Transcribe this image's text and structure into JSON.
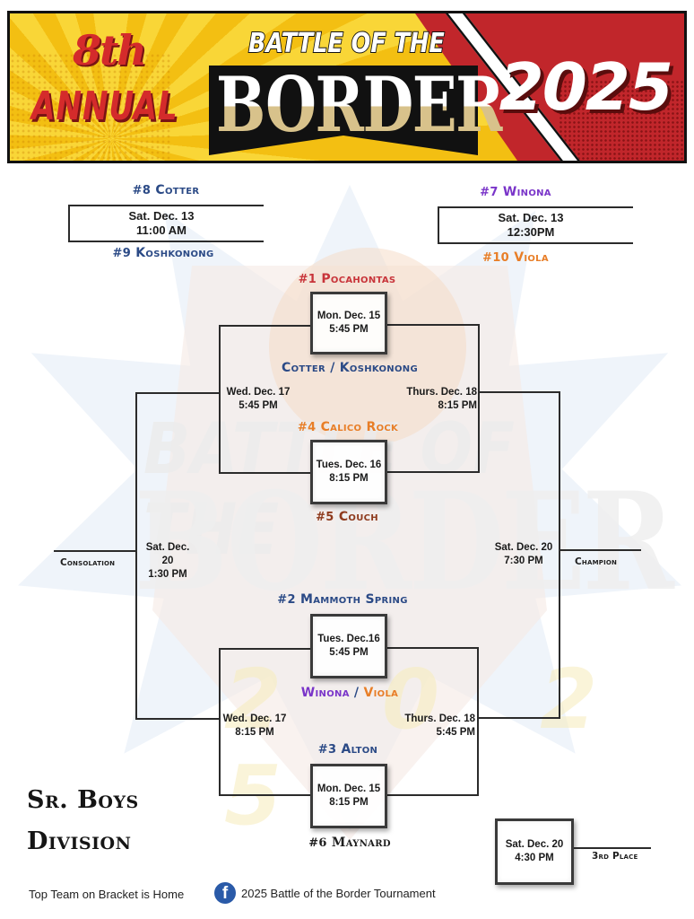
{
  "banner": {
    "edition": "8th",
    "annual": "ANNUAL",
    "title_top": "BATTLE OF THE",
    "title_main": "BORDER",
    "year": "2025",
    "colors": {
      "yellow": "#f7c91e",
      "red": "#c1262b",
      "gold": "#d8c28b"
    }
  },
  "watermark": {
    "line1": "BATTLE OF THE",
    "line2": "BORDER",
    "year": "2 0 2 5"
  },
  "first_round": {
    "left": {
      "top_team": {
        "seed": "#8",
        "name": "Cotter",
        "color": "#2b4a86"
      },
      "bottom_team": {
        "seed": "#9",
        "name": "Koshkonong",
        "color": "#2b4a86"
      },
      "date": "Sat. Dec. 13",
      "time": "11:00 AM"
    },
    "right": {
      "top_team": {
        "seed": "#7",
        "name": "Winona",
        "color": "#7a35c9"
      },
      "bottom_team": {
        "seed": "#10",
        "name": "Viola",
        "color": "#e87e27"
      },
      "date": "Sat. Dec. 13",
      "time": "12:30PM"
    }
  },
  "top_half": {
    "game1": {
      "top_team": {
        "seed": "#1",
        "name": "Pocahontas",
        "color": "#c8343a"
      },
      "date": "Mon. Dec. 15",
      "time": "5:45 PM",
      "bottom_team": {
        "a": "Cotter",
        "sep": " / ",
        "b": "Koshkonong",
        "color": "#2b4a86"
      }
    },
    "game2": {
      "top_team": {
        "seed": "#4",
        "name": "Calico Rock",
        "color": "#e87e27"
      },
      "date": "Tues. Dec. 16",
      "time": "8:15 PM",
      "bottom_team": {
        "seed": "#5",
        "name": "Couch",
        "color": "#8e3a1d"
      }
    },
    "semi_left": {
      "date": "Wed. Dec. 17",
      "time": "5:45 PM"
    },
    "semi_right": {
      "date": "Thurs. Dec. 18",
      "time": "8:15 PM"
    }
  },
  "bottom_half": {
    "game1": {
      "top_team": {
        "seed": "#2",
        "name": "Mammoth Spring",
        "color": "#2b4a86"
      },
      "date": "Tues. Dec.16",
      "time": "5:45 PM",
      "bottom_team": {
        "a": "Winona",
        "sep": " / ",
        "b": "Viola",
        "color_a": "#7a35c9",
        "color_b": "#e87e27"
      }
    },
    "game2": {
      "top_team": {
        "seed": "#3",
        "name": "Alton",
        "color": "#2b4a86"
      },
      "date": "Mon. Dec. 15",
      "time": "8:15 PM",
      "bottom_team": {
        "seed": "#6",
        "name": "Maynard",
        "color": "#1e1e1e"
      }
    },
    "semi_left": {
      "date": "Wed. Dec. 17",
      "time": "8:15 PM"
    },
    "semi_right": {
      "date": "Thurs. Dec. 18",
      "time": "5:45 PM"
    }
  },
  "finals": {
    "consolation": {
      "label": "Consolation",
      "date": "Sat. Dec. 20",
      "time": "1:30 PM"
    },
    "champion": {
      "label": "Champion",
      "date": "Sat. Dec. 20",
      "time": "7:30 PM"
    },
    "third_place": {
      "label": "3rd Place",
      "date": "Sat. Dec. 20",
      "time": "4:30 PM"
    }
  },
  "division": {
    "line1": "Sr. Boys",
    "line2": "Division"
  },
  "footer": {
    "note": "Top Team on Bracket is Home",
    "facebook_icon": "facebook-icon",
    "facebook_glyph": "f",
    "facebook_page": "2025 Battle of the Border Tournament"
  }
}
